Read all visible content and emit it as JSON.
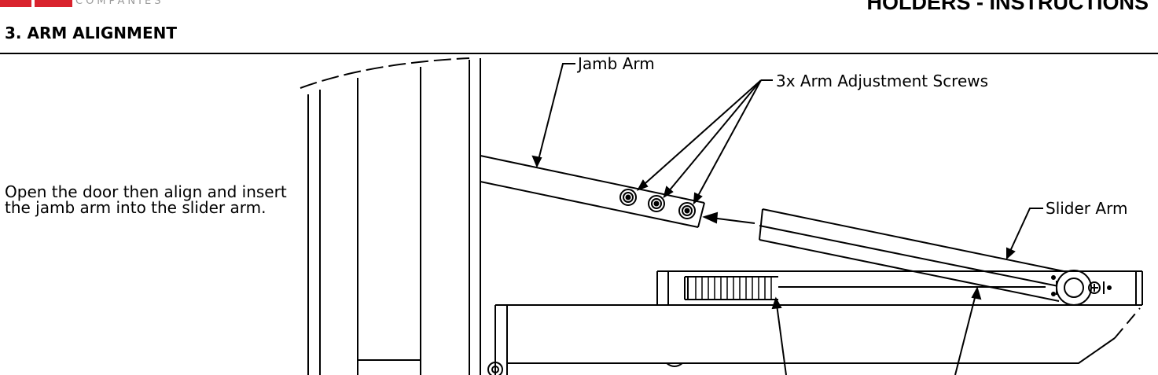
{
  "header": {
    "logo_text": "COMPANIES",
    "title": "HOLDERS - INSTRUCTIONS"
  },
  "section": {
    "heading": "3. ARM ALIGNMENT"
  },
  "instruction": {
    "text": "Open the door then align and insert the jamb arm into the slider arm."
  },
  "diagram": {
    "callouts": {
      "jamb_arm": "Jamb Arm",
      "adjustment_screws": "3x Arm Adjustment Screws",
      "slider_arm": "Slider Arm"
    }
  }
}
